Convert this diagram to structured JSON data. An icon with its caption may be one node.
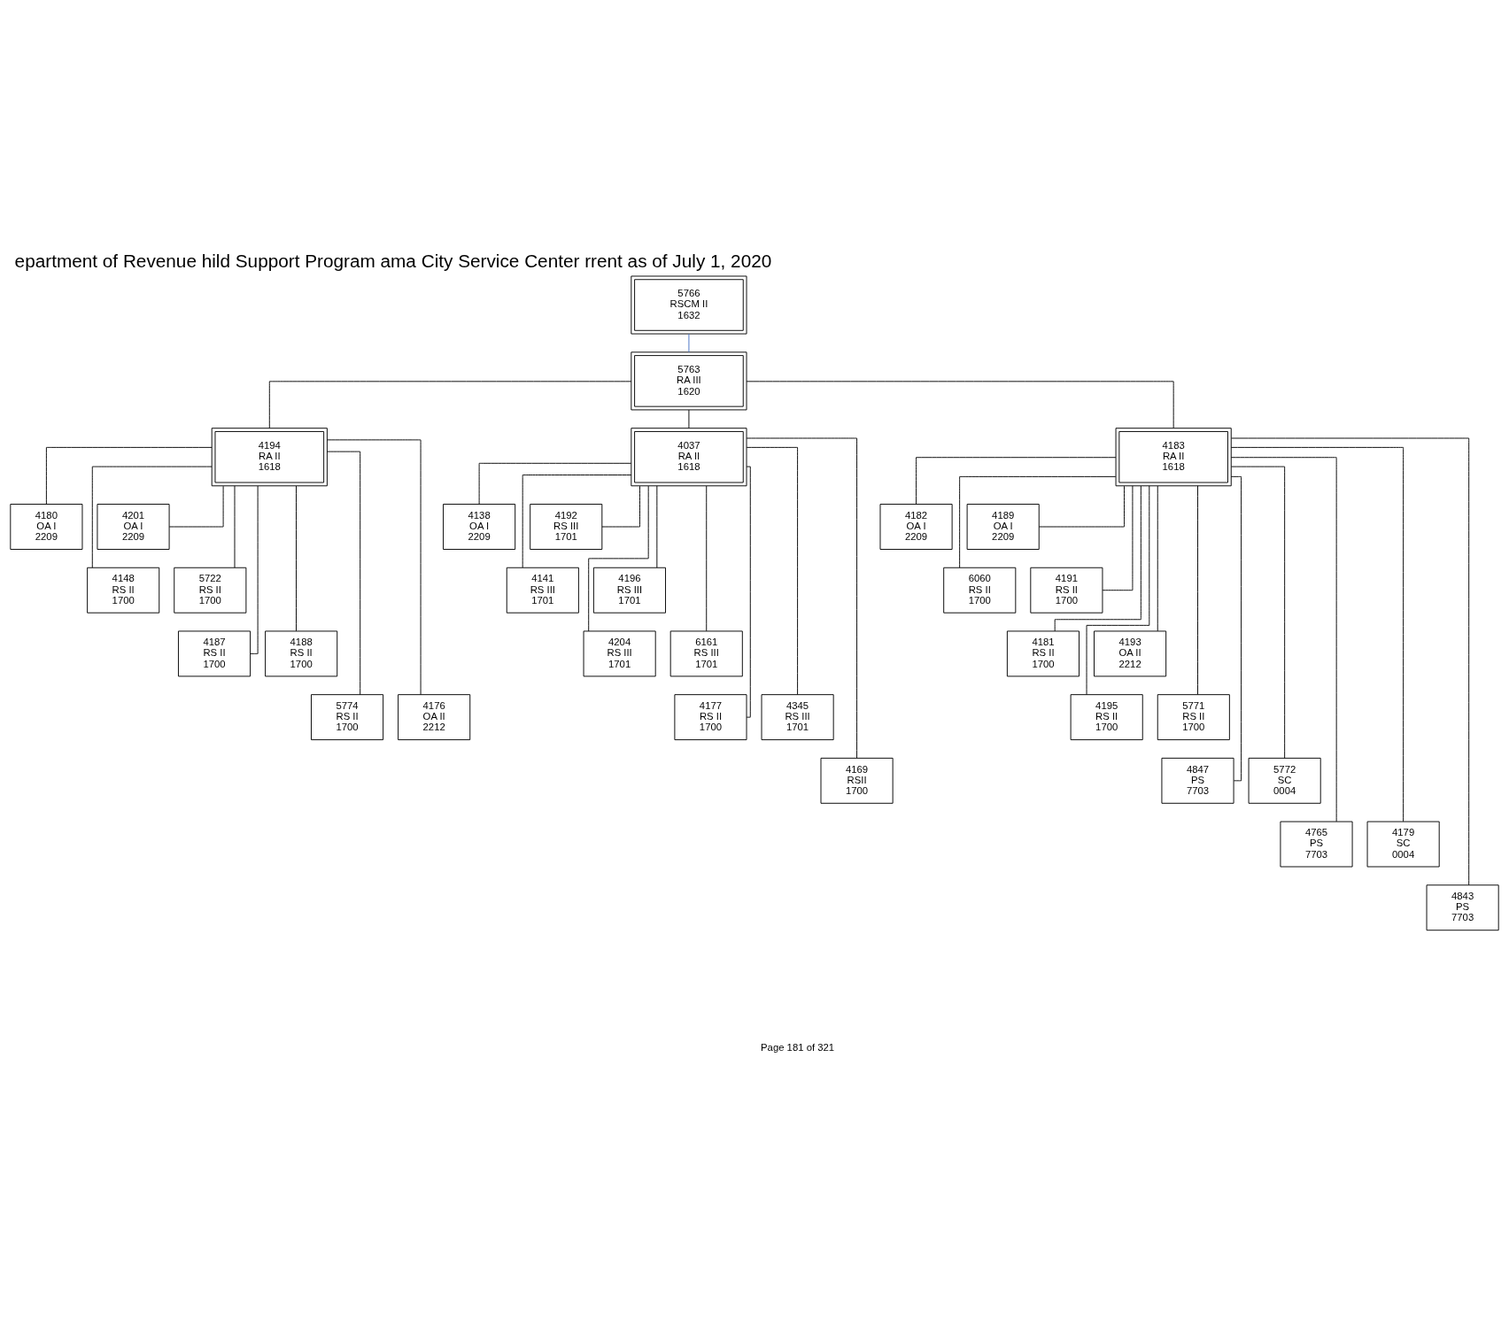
{
  "diagram": {
    "title": "epartment of Revenue hild Support Program ama City Service Center rrent as of July 1, 2020",
    "nodes": [
      {
        "text": [
          "5766",
          "RSCM II",
          "1632"
        ]
      },
      {
        "text": [
          "5763",
          "RA III",
          "1620"
        ]
      },
      {
        "text": [
          "4194",
          "RA II",
          "1618"
        ]
      },
      {
        "text": [
          "4037",
          "RA II",
          "1618"
        ]
      },
      {
        "text": [
          "4183",
          "RA II",
          "1618"
        ]
      },
      {
        "text": [
          "4180",
          "OA I",
          "2209"
        ]
      },
      {
        "text": [
          "4201",
          "OA I",
          "2209"
        ]
      },
      {
        "text": [
          "4148",
          "RS II",
          "1700"
        ]
      },
      {
        "text": [
          "5722",
          "RS II",
          "1700"
        ]
      },
      {
        "text": [
          "4187",
          "RS II",
          "1700"
        ]
      },
      {
        "text": [
          "4188",
          "RS II",
          "1700"
        ]
      },
      {
        "text": [
          "5774",
          "RS II",
          "1700"
        ]
      },
      {
        "text": [
          "4176",
          "OA II",
          "2212"
        ]
      },
      {
        "text": [
          "4138",
          "OA I",
          "2209"
        ]
      },
      {
        "text": [
          "4192",
          "RS III",
          "1701"
        ]
      },
      {
        "text": [
          "4141",
          "RS III",
          "1701"
        ]
      },
      {
        "text": [
          "4196",
          "RS III",
          "1701"
        ]
      },
      {
        "text": [
          "4204",
          "RS III",
          "1701"
        ]
      },
      {
        "text": [
          "6161",
          "RS III",
          "1701"
        ]
      },
      {
        "text": [
          "4177",
          "RS II",
          "1700"
        ]
      },
      {
        "text": [
          "4345",
          "RS III",
          "1701"
        ]
      },
      {
        "text": [
          "4169",
          "RSII",
          "1700"
        ]
      },
      {
        "text": [
          "4182",
          "OA I",
          "2209"
        ]
      },
      {
        "text": [
          "4189",
          "OA I",
          "2209"
        ]
      },
      {
        "text": [
          "6060",
          "RS II",
          "1700"
        ]
      },
      {
        "text": [
          "4191",
          "RS II",
          "1700"
        ]
      },
      {
        "text": [
          "4181",
          "RS II",
          "1700"
        ]
      },
      {
        "text": [
          "4193",
          "OA II",
          "2212"
        ]
      },
      {
        "text": [
          "4195",
          "RS II",
          "1700"
        ]
      },
      {
        "text": [
          "5771",
          "RS II",
          "1700"
        ]
      },
      {
        "text": [
          "4847",
          "PS",
          "7703"
        ]
      },
      {
        "text": [
          "5772",
          "SC",
          "0004"
        ]
      },
      {
        "text": [
          "4765",
          "PS",
          "7703"
        ]
      },
      {
        "text": [
          "4179",
          "SC",
          "0004"
        ]
      },
      {
        "text": [
          "4843",
          "PS",
          "7703"
        ]
      }
    ],
    "edges": [
      {
        "from": 0,
        "to": 1,
        "arrow": "none",
        "color": "#4472c4"
      },
      {
        "from": 1,
        "to": 2,
        "arrow": "none"
      },
      {
        "from": 1,
        "to": 3,
        "arrow": "none"
      },
      {
        "from": 1,
        "to": 4,
        "arrow": "none"
      },
      {
        "from": 2,
        "to": 5,
        "arrow": "none"
      },
      {
        "from": 2,
        "to": 6,
        "arrow": "none"
      },
      {
        "from": 2,
        "to": 7,
        "arrow": "none"
      },
      {
        "from": 2,
        "to": 8,
        "arrow": "none"
      },
      {
        "from": 2,
        "to": 9,
        "arrow": "none"
      },
      {
        "from": 2,
        "to": 10,
        "arrow": "none"
      },
      {
        "from": 2,
        "to": 11,
        "arrow": "none"
      },
      {
        "from": 2,
        "to": 12,
        "arrow": "none"
      },
      {
        "from": 3,
        "to": 13,
        "arrow": "none"
      },
      {
        "from": 3,
        "to": 14,
        "arrow": "none"
      },
      {
        "from": 3,
        "to": 15,
        "arrow": "none"
      },
      {
        "from": 3,
        "to": 16,
        "arrow": "none"
      },
      {
        "from": 3,
        "to": 17,
        "arrow": "none"
      },
      {
        "from": 3,
        "to": 18,
        "arrow": "none"
      },
      {
        "from": 3,
        "to": 19,
        "arrow": "none"
      },
      {
        "from": 3,
        "to": 20,
        "arrow": "none"
      },
      {
        "from": 3,
        "to": 21,
        "arrow": "none"
      },
      {
        "from": 4,
        "to": 22,
        "arrow": "none"
      },
      {
        "from": 4,
        "to": 23,
        "arrow": "none"
      },
      {
        "from": 4,
        "to": 24,
        "arrow": "none"
      },
      {
        "from": 4,
        "to": 25,
        "arrow": "none"
      },
      {
        "from": 4,
        "to": 26,
        "arrow": "none"
      },
      {
        "from": 4,
        "to": 27,
        "arrow": "none"
      },
      {
        "from": 4,
        "to": 28,
        "arrow": "none"
      },
      {
        "from": 4,
        "to": 29,
        "arrow": "none"
      },
      {
        "from": 4,
        "to": 30,
        "arrow": "none"
      },
      {
        "from": 4,
        "to": 31,
        "arrow": "none"
      },
      {
        "from": 4,
        "to": 32,
        "arrow": "none"
      },
      {
        "from": 4,
        "to": 33,
        "arrow": "none"
      },
      {
        "from": 4,
        "to": 34,
        "arrow": "none"
      }
    ],
    "labels": [
      "Page 181 of 321"
    ]
  }
}
